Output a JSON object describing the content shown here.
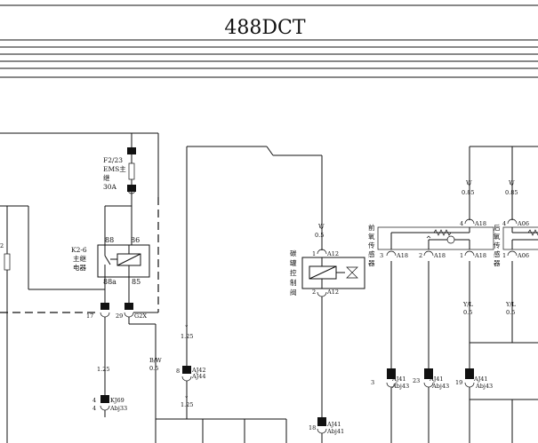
{
  "title": "488DCT",
  "fuse": {
    "id": "F2/23",
    "name_1": "EMS主",
    "name_2": "继",
    "rating": "30A"
  },
  "relay": {
    "id": "K2-6",
    "name_1": "主继",
    "name_2": "电器",
    "pin_88": "88",
    "pin_86": "86",
    "pin_88a": "88a",
    "pin_85": "85"
  },
  "left_stub_label": "2",
  "conn_17": "17",
  "conn_29": "29",
  "conn_g2x": "G2X",
  "wire_left_gauge": "1.25",
  "conn_kj69_pin": "4",
  "conn_kj69": "KJ69",
  "conn_abj33_pin": "4",
  "conn_abj33": "Abj33",
  "wire_bw_color": "B/W",
  "wire_bw_gauge": "0.5",
  "wire_aj42_top_gauge": "1.25",
  "conn_aj42_pin": "8",
  "conn_aj42": "AJ42",
  "conn_aj44": "AJ44",
  "wire_aj42_bottom_gauge": "1.25",
  "valve": {
    "wire_color": "W",
    "wire_gauge": "0.5",
    "pin1": "1",
    "a12_top": "A12",
    "pin2": "2",
    "a12_bottom": "A12",
    "name": [
      "碳",
      "罐",
      "控",
      "制",
      "阀"
    ],
    "conn_pin": "18",
    "conn_aj41": "AJ41",
    "conn_abj41": "Abj41"
  },
  "front_sensor": {
    "name": [
      "前",
      "氧",
      "传",
      "感",
      "器"
    ],
    "pin4": "4",
    "a18_top": "A18",
    "pin3": "3",
    "pin2": "2",
    "pin1": "1",
    "a18_p3": "A18",
    "a18_p2": "A18",
    "a18_p1": "A18"
  },
  "rear_sensor": {
    "name": [
      "后",
      "氧",
      "传",
      "感",
      "器"
    ],
    "pin4": "4",
    "a06_top": "A06",
    "pin1": "1",
    "a06_p1": "A06"
  },
  "wire_085_a_color": "W",
  "wire_085_a_gauge": "0.85",
  "wire_085_b_color": "W",
  "wire_085_b_gauge": "0.85",
  "wire_yl_a_color": "Y/L",
  "wire_yl_a_gauge": "0.5",
  "wire_yl_b_color": "Y/L",
  "wire_yl_b_gauge": "0.5",
  "bottom_conns": [
    {
      "pin": "3",
      "aj": "AJ41",
      "abj": "Abj43"
    },
    {
      "pin": "23",
      "aj": "AJ41",
      "abj": "Abj43"
    },
    {
      "pin": "19",
      "aj": "AJ41",
      "abj": "Abj43"
    }
  ]
}
